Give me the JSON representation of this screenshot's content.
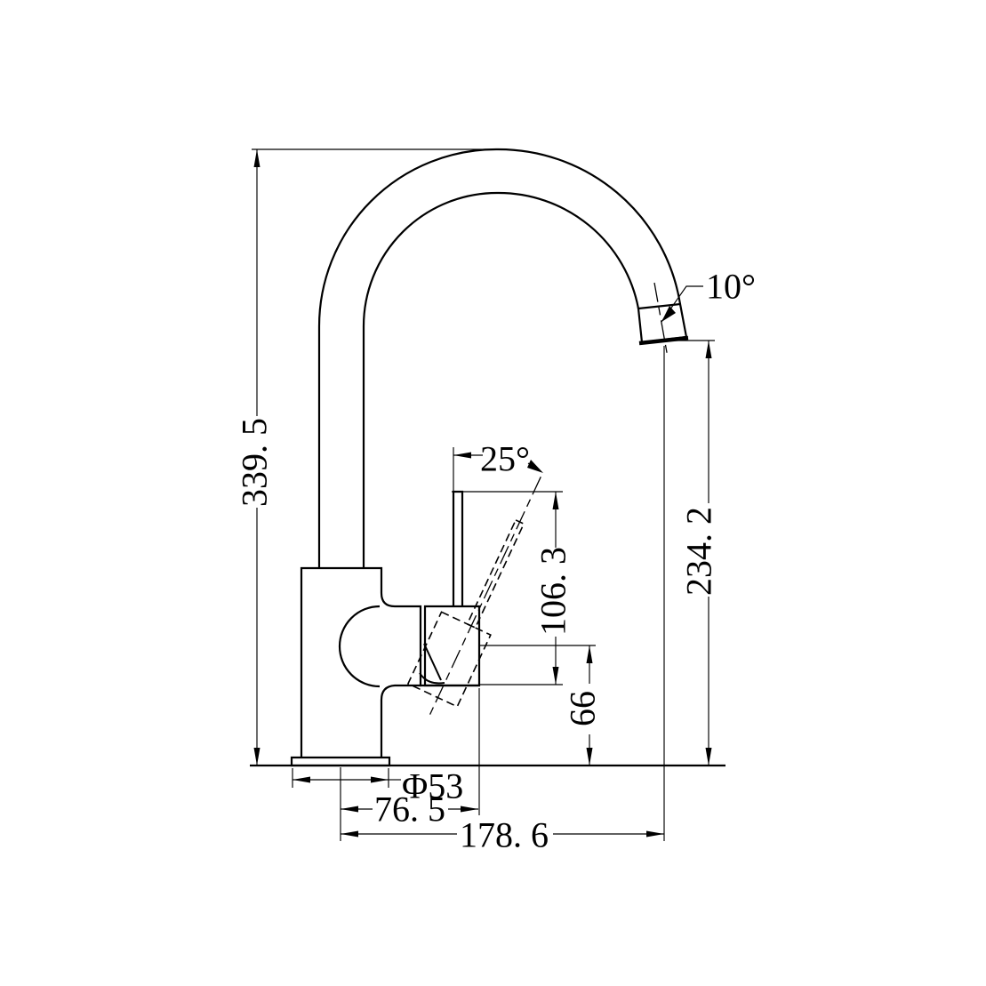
{
  "drawing": {
    "kind": "technical-dimension-drawing",
    "subject": "gooseneck kitchen mixer tap, side elevation",
    "colors": {
      "line": "#000000",
      "background": "#ffffff"
    },
    "dimensions": {
      "overall_height": "339. 5",
      "outlet_height": "234. 2",
      "handle_top_height": "106. 3",
      "handle_pivot_height": "66",
      "base_diameter": "Φ53",
      "handle_reach": "76. 5",
      "spout_reach": "178. 6"
    },
    "angles": {
      "handle_tilt": "25°",
      "outlet_tilt": "10°"
    }
  }
}
